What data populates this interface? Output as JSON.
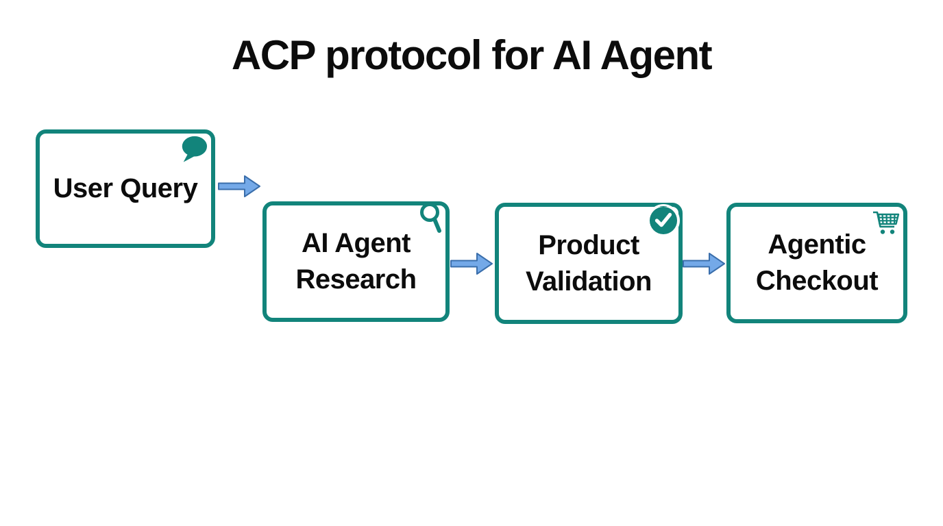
{
  "title": "ACP protocol for AI Agent",
  "steps": [
    {
      "label": "User Query",
      "icon": "speech-bubble-icon"
    },
    {
      "label": "AI Agent Research",
      "icon": "search-icon"
    },
    {
      "label": "Product Validation",
      "icon": "check-circle-icon"
    },
    {
      "label": "Agentic Checkout",
      "icon": "shopping-cart-icon"
    }
  ],
  "colors": {
    "teal": "#12847B",
    "arrow_fill": "#74A9E8",
    "arrow_stroke": "#3A6EAB",
    "text": "#0C0C0C",
    "background": "#FFFFFF"
  }
}
